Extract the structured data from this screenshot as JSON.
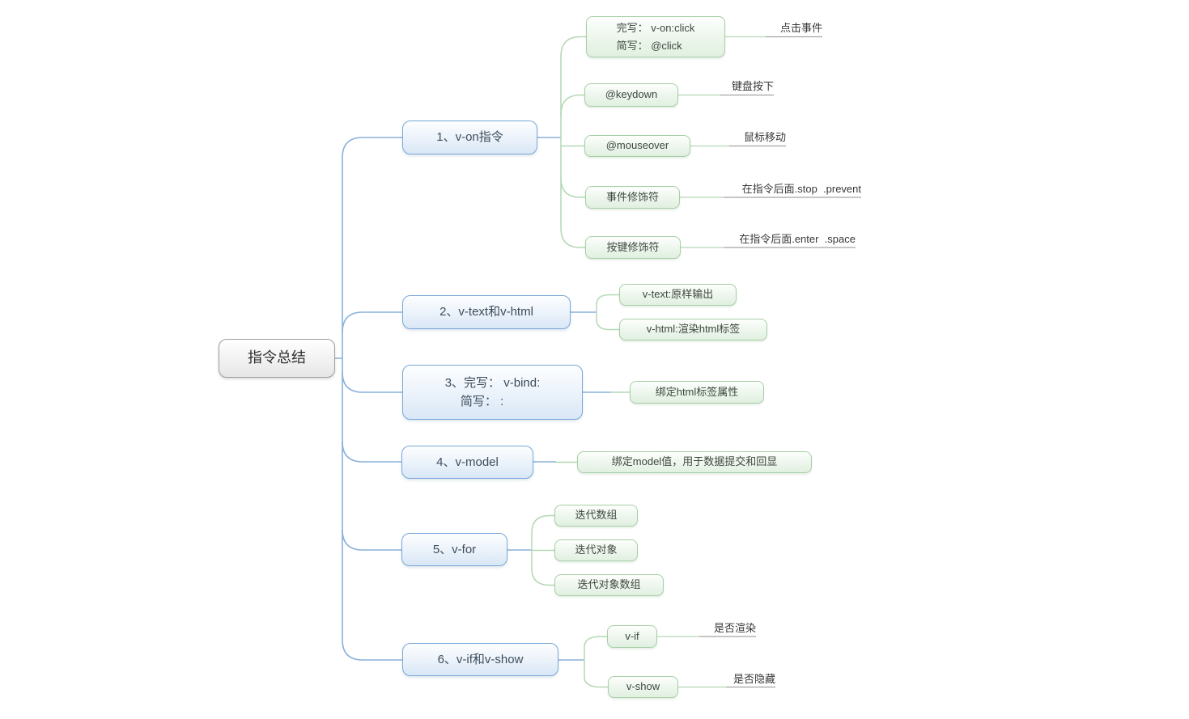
{
  "diagram": {
    "root": {
      "label": "指令总结"
    },
    "branches": [
      {
        "label": "1、v-on指令",
        "children": [
          {
            "label": "完写： v-on:click\n简写： @click",
            "note": "点击事件"
          },
          {
            "label": "@keydown",
            "note": "键盘按下"
          },
          {
            "label": "@mouseover",
            "note": "鼠标移动"
          },
          {
            "label": "事件修饰符",
            "note": "在指令后面.stop  .prevent"
          },
          {
            "label": "按键修饰符",
            "note": "在指令后面.enter  .space"
          }
        ]
      },
      {
        "label": "2、v-text和v-html",
        "children": [
          {
            "label": "v-text:原样输出"
          },
          {
            "label": "v-html:渲染html标签"
          }
        ]
      },
      {
        "label": "3、完写： v-bind:\n　 简写： :",
        "children": [
          {
            "label": "绑定html标签属性"
          }
        ]
      },
      {
        "label": "4、v-model",
        "children": [
          {
            "label": "绑定model值，用于数据提交和回显"
          }
        ]
      },
      {
        "label": "5、v-for",
        "children": [
          {
            "label": "迭代数组"
          },
          {
            "label": "迭代对象"
          },
          {
            "label": "迭代对象数组"
          }
        ]
      },
      {
        "label": "6、v-if和v-show",
        "children": [
          {
            "label": "v-if",
            "note": "是否渲染"
          },
          {
            "label": "v-show",
            "note": "是否隐藏"
          }
        ]
      }
    ],
    "colors": {
      "branch_border": "#7aa8d8",
      "branch_fill": "#d9e7f6",
      "branch_line": "#8ab0dc",
      "sub_border": "#a6cfa6",
      "sub_fill": "#e1f0e1",
      "sub_line": "#b4d8b4",
      "root_border": "#9e9e9e",
      "note_underline": "#a3a3a3",
      "background": "#ffffff"
    }
  }
}
